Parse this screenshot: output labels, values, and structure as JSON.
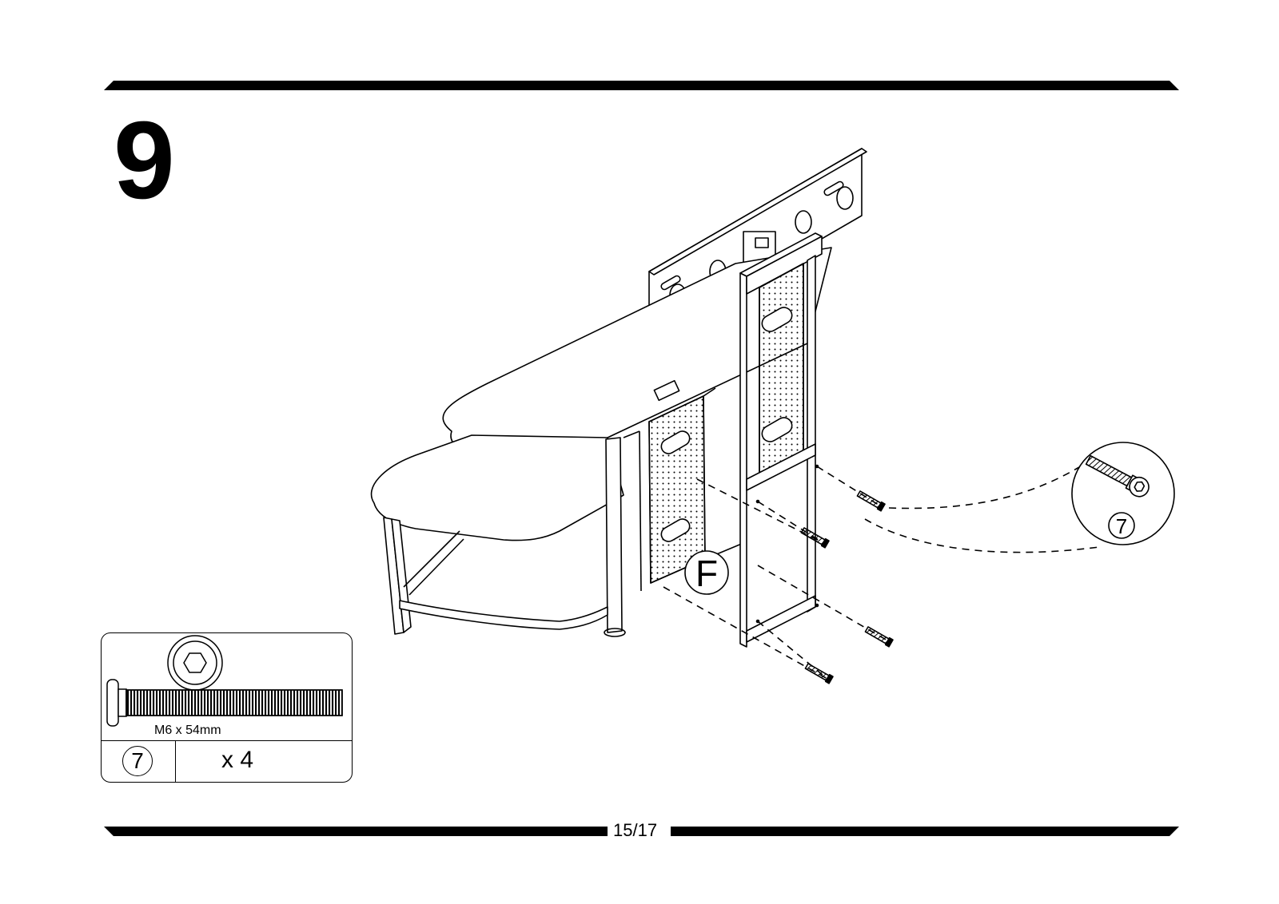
{
  "header": {
    "step_number": "9"
  },
  "illustration": {
    "part_label": "F",
    "callout_part_id": "7"
  },
  "parts": {
    "screw_size": "M6 x 54mm",
    "part_id": "7",
    "quantity": "x 4"
  },
  "footer": {
    "page_number": "15/17"
  }
}
